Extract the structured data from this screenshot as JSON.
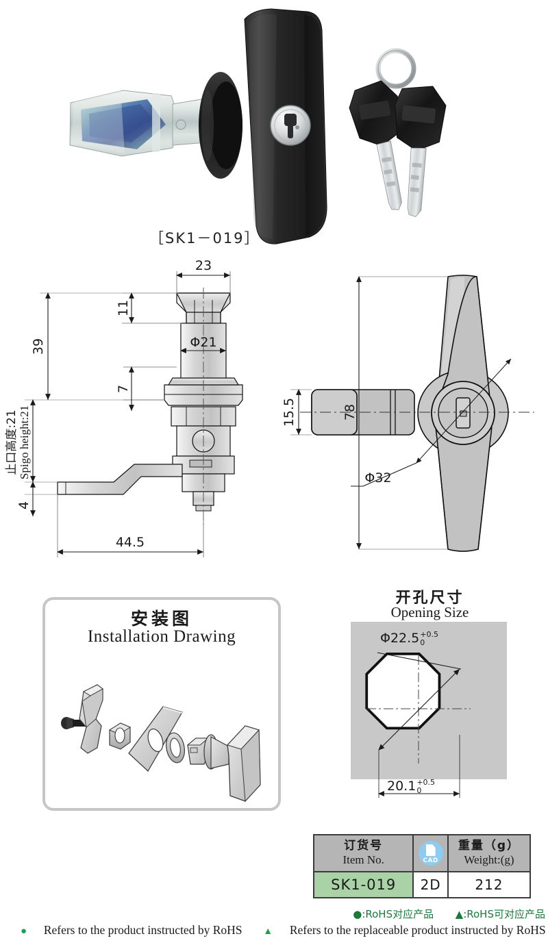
{
  "product": {
    "model_caption": "［SK1－019］",
    "photo_alt": "black T-handle cam lock with zinc cam",
    "keys_alt": "pair of keys on split ring"
  },
  "drawings": {
    "front_view": {
      "width_top": "23",
      "head_height": "11",
      "barrel_dia": "Φ21",
      "total_height": "39",
      "thread_len": "7",
      "spigot_cn": "止口高度:21",
      "spigot_en": "Spigo height:21",
      "cam_thickness": "4",
      "cam_length": "44.5"
    },
    "side_view": {
      "handle_length": "78",
      "cam_width": "15.5",
      "flange_dia": "Φ32"
    }
  },
  "installation": {
    "title_cn": "安装图",
    "title_en": "Installation Drawing"
  },
  "opening": {
    "title_cn": "开孔尺寸",
    "title_en": "Opening Size",
    "diagonal": "Φ22.5",
    "diagonal_tol_upper": "+0.5",
    "diagonal_tol_lower": "0",
    "flat": "20.1",
    "flat_tol_upper": "+0.5",
    "flat_tol_lower": "0"
  },
  "spec_table": {
    "headers": [
      {
        "cn": "订货号",
        "en": "Item No."
      },
      {
        "cn": "",
        "en": "",
        "icon": "cad-icon",
        "icon_label": "CAD"
      },
      {
        "cn": "重量（g）",
        "en": "Weight:(g)"
      }
    ],
    "rows": [
      {
        "item_no": "SK1-019",
        "cad": "2D",
        "weight": "212"
      }
    ]
  },
  "footer": {
    "rohs_cn_circle": "●:RoHS对应产品",
    "rohs_cn_triangle": "▲:RoHS可对应产品",
    "rohs_en_circle": "Refers to the product instructed by RoHS",
    "rohs_en_triangle": "Refers to the replaceable product instructed by RoHS",
    "marker_circle": "●",
    "marker_triangle": "▲"
  },
  "colors": {
    "rohs_green": "#17a24a",
    "table_header_gray": "#b5b5b5",
    "item_cell_green": "#a9d3a6",
    "cad_blue": "#8ecbf0",
    "opening_bg_gray": "#c8c8c8"
  }
}
